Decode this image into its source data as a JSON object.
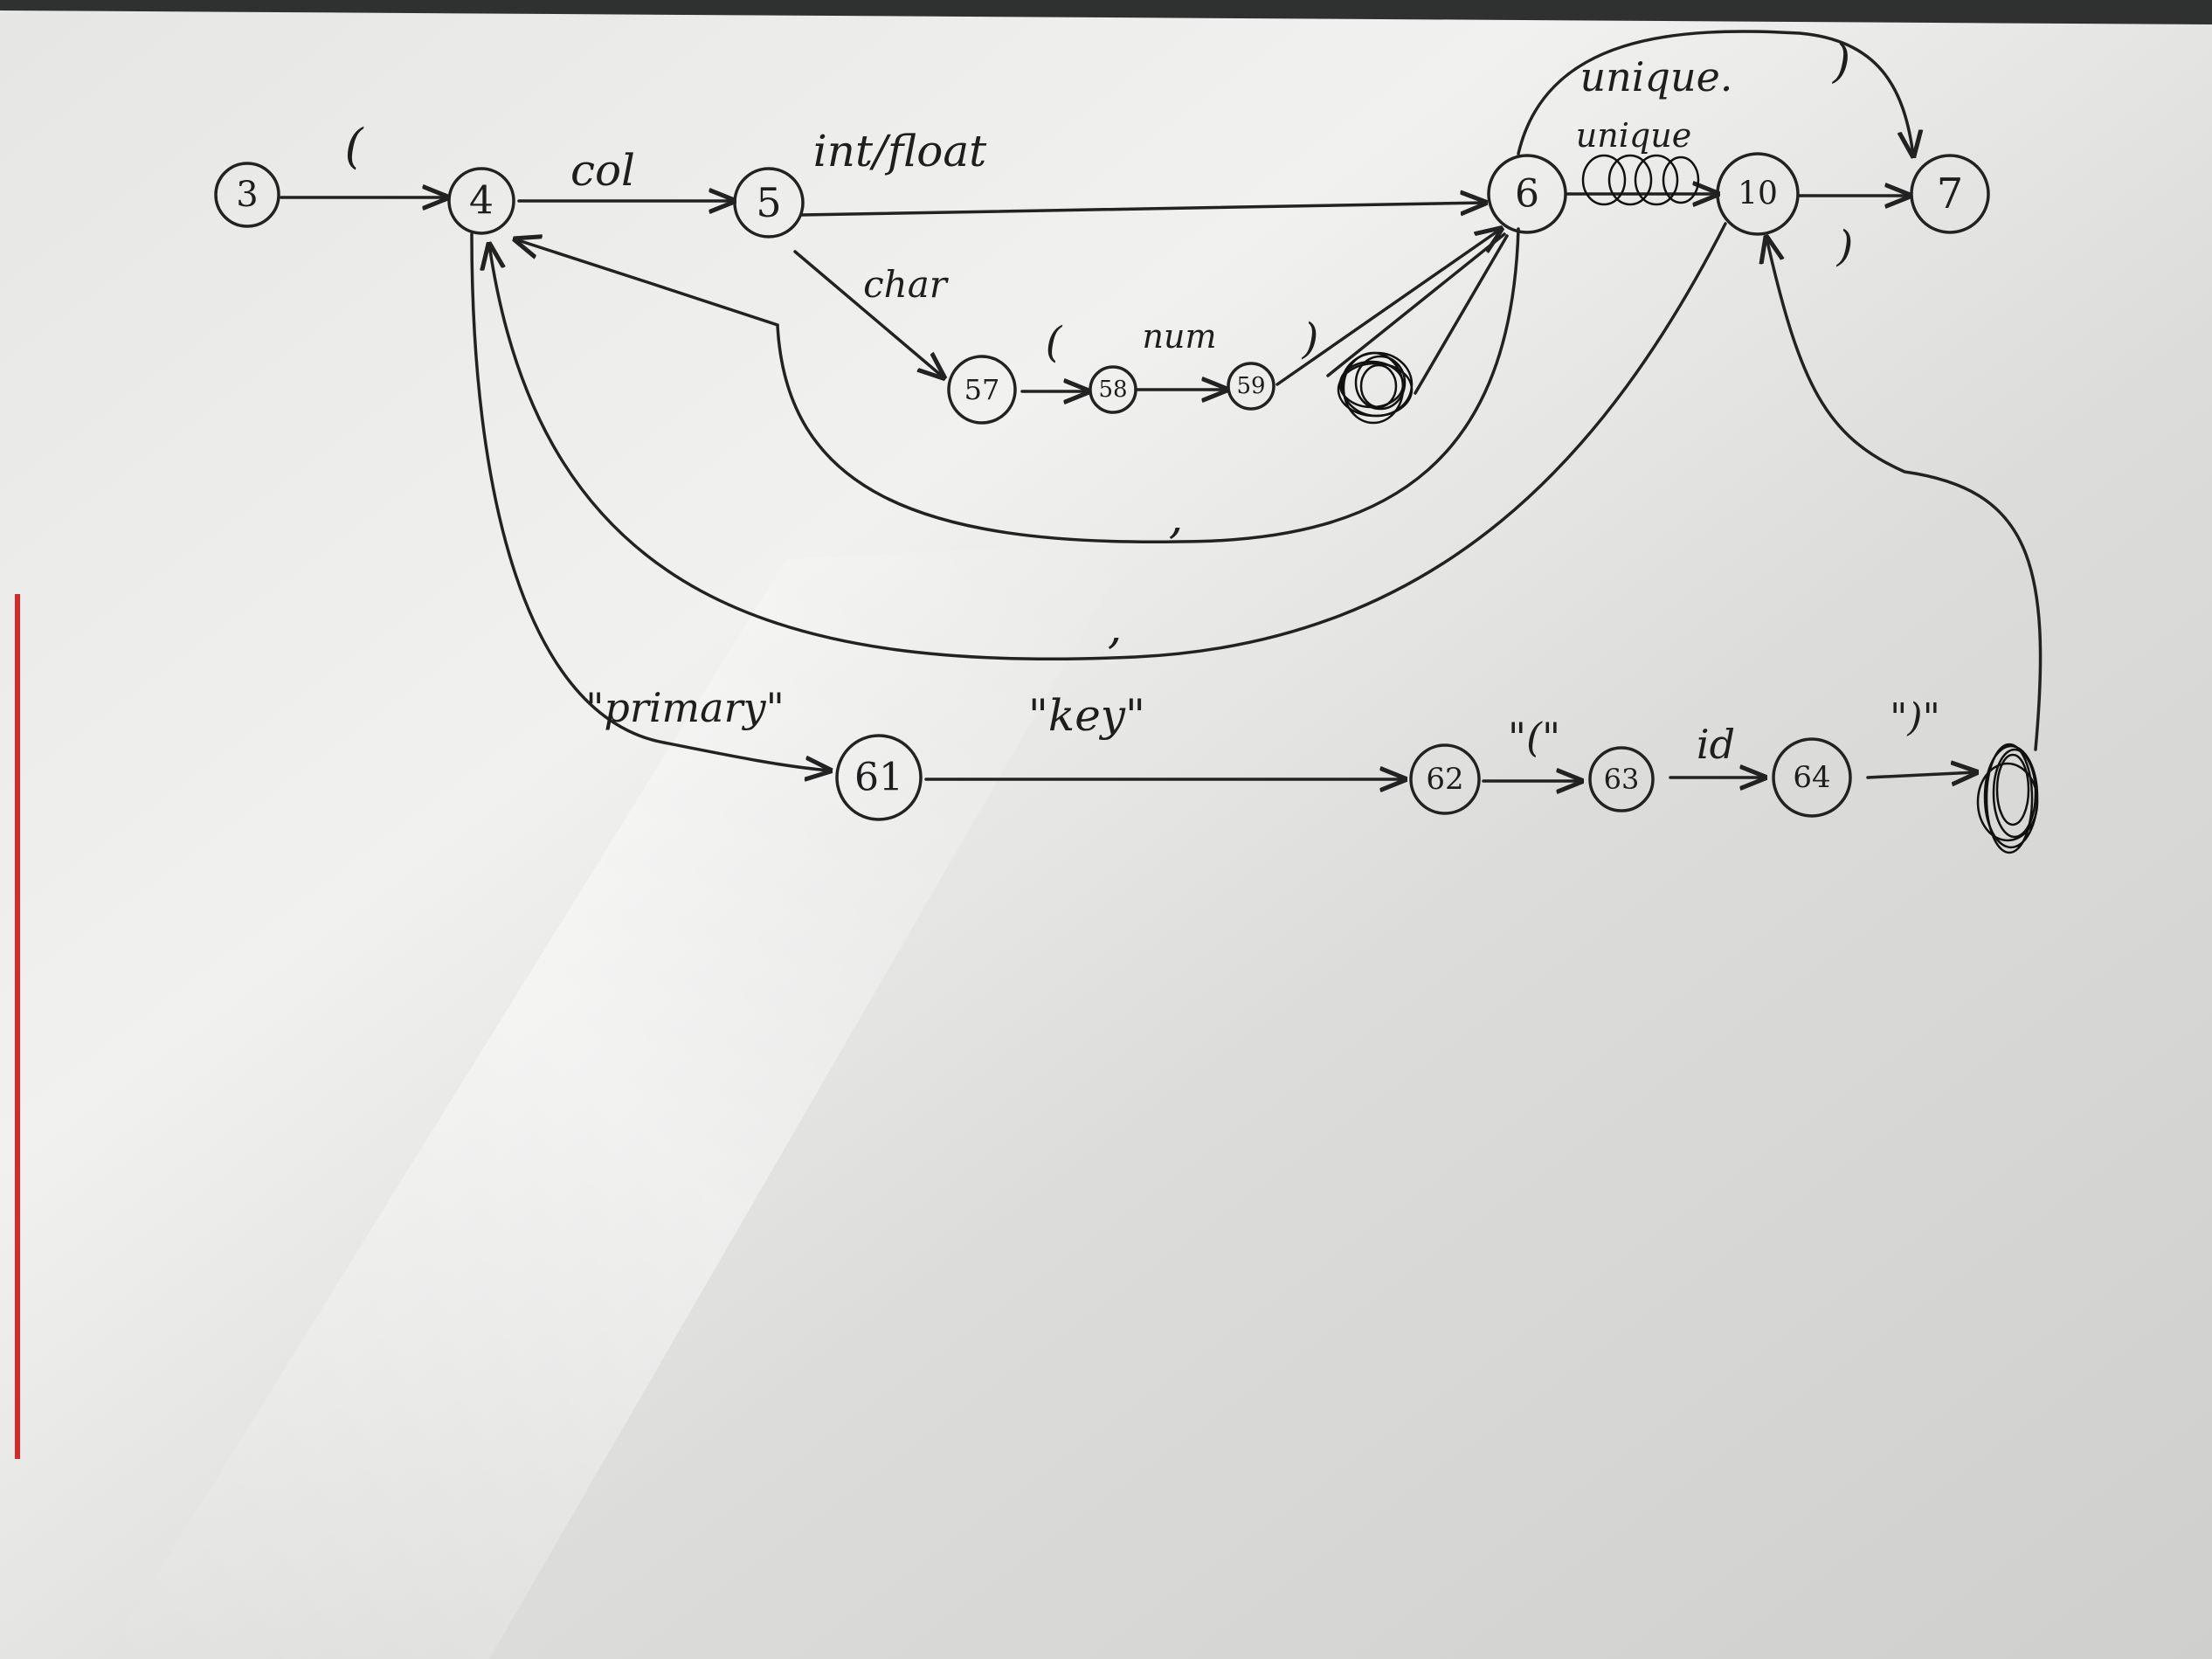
{
  "diagram": {
    "nodes": [
      {
        "id": "n3",
        "label": "3"
      },
      {
        "id": "n4",
        "label": "4"
      },
      {
        "id": "n5",
        "label": "5"
      },
      {
        "id": "n6",
        "label": "6"
      },
      {
        "id": "n10",
        "label": "10"
      },
      {
        "id": "n7",
        "label": "7"
      },
      {
        "id": "n57",
        "label": "57"
      },
      {
        "id": "n58",
        "label": "58"
      },
      {
        "id": "n59",
        "label": "59"
      },
      {
        "id": "n61",
        "label": "61"
      },
      {
        "id": "n62",
        "label": "62"
      },
      {
        "id": "n63",
        "label": "63"
      },
      {
        "id": "n64",
        "label": "64"
      }
    ],
    "edges": [
      {
        "id": "e3_4",
        "label": "("
      },
      {
        "id": "e4_5",
        "label": "col"
      },
      {
        "id": "e5_6",
        "label": "int/float"
      },
      {
        "id": "e5_57",
        "label": "char"
      },
      {
        "id": "e57_58",
        "label": "("
      },
      {
        "id": "e58_59",
        "label": "num"
      },
      {
        "id": "e59_6",
        "label": ")"
      },
      {
        "id": "e6_10",
        "label": "unique"
      },
      {
        "id": "e6_7",
        "label": "unique."
      },
      {
        "id": "e6_7_close",
        "label": ")"
      },
      {
        "id": "e10_7",
        "label": ")"
      },
      {
        "id": "e6_4",
        "label": ","
      },
      {
        "id": "e10_4",
        "label": ","
      },
      {
        "id": "e4_61",
        "label": "\"primary\""
      },
      {
        "id": "e61_62",
        "label": "\"key\""
      },
      {
        "id": "e62_63",
        "label": "\"(\""
      },
      {
        "id": "e63_64",
        "label": "id"
      },
      {
        "id": "e64_end",
        "label": "\")\""
      }
    ]
  }
}
